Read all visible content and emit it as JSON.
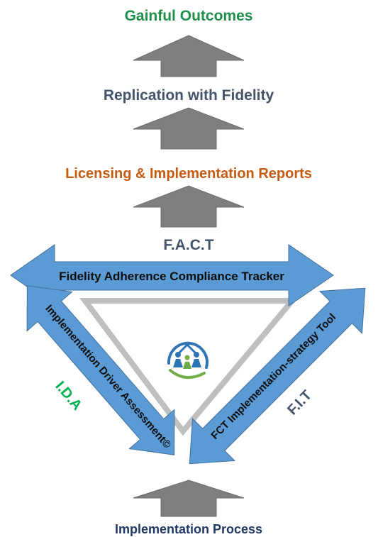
{
  "diagram": {
    "top_label": "Gainful Outcomes",
    "level2_label": "Replication with Fidelity",
    "level3_label": "Licensing & Implementation Reports",
    "level4_label": "F.A.C.T",
    "bottom_label": "Implementation Process",
    "top_arrow_label": "Fidelity Adherence Compliance Tracker",
    "left_arrow_label": "Implementation Driver Assessment©",
    "right_arrow_label": "FCT Implementation-strategy Tool",
    "left_side_label": "I.D.A",
    "right_side_label": "F.I.T"
  },
  "colors": {
    "green": "#1e8f4a",
    "slate": "#44546a",
    "orange": "#c55a11",
    "navy": "#1f3864",
    "ida_green": "#00b050",
    "arrow_blue": "#5b9bd5",
    "arrow_gray": "#7f7f7f",
    "triangle_gray": "#bfbfbf"
  },
  "logo": {
    "name": "family-house-logo-icon"
  }
}
